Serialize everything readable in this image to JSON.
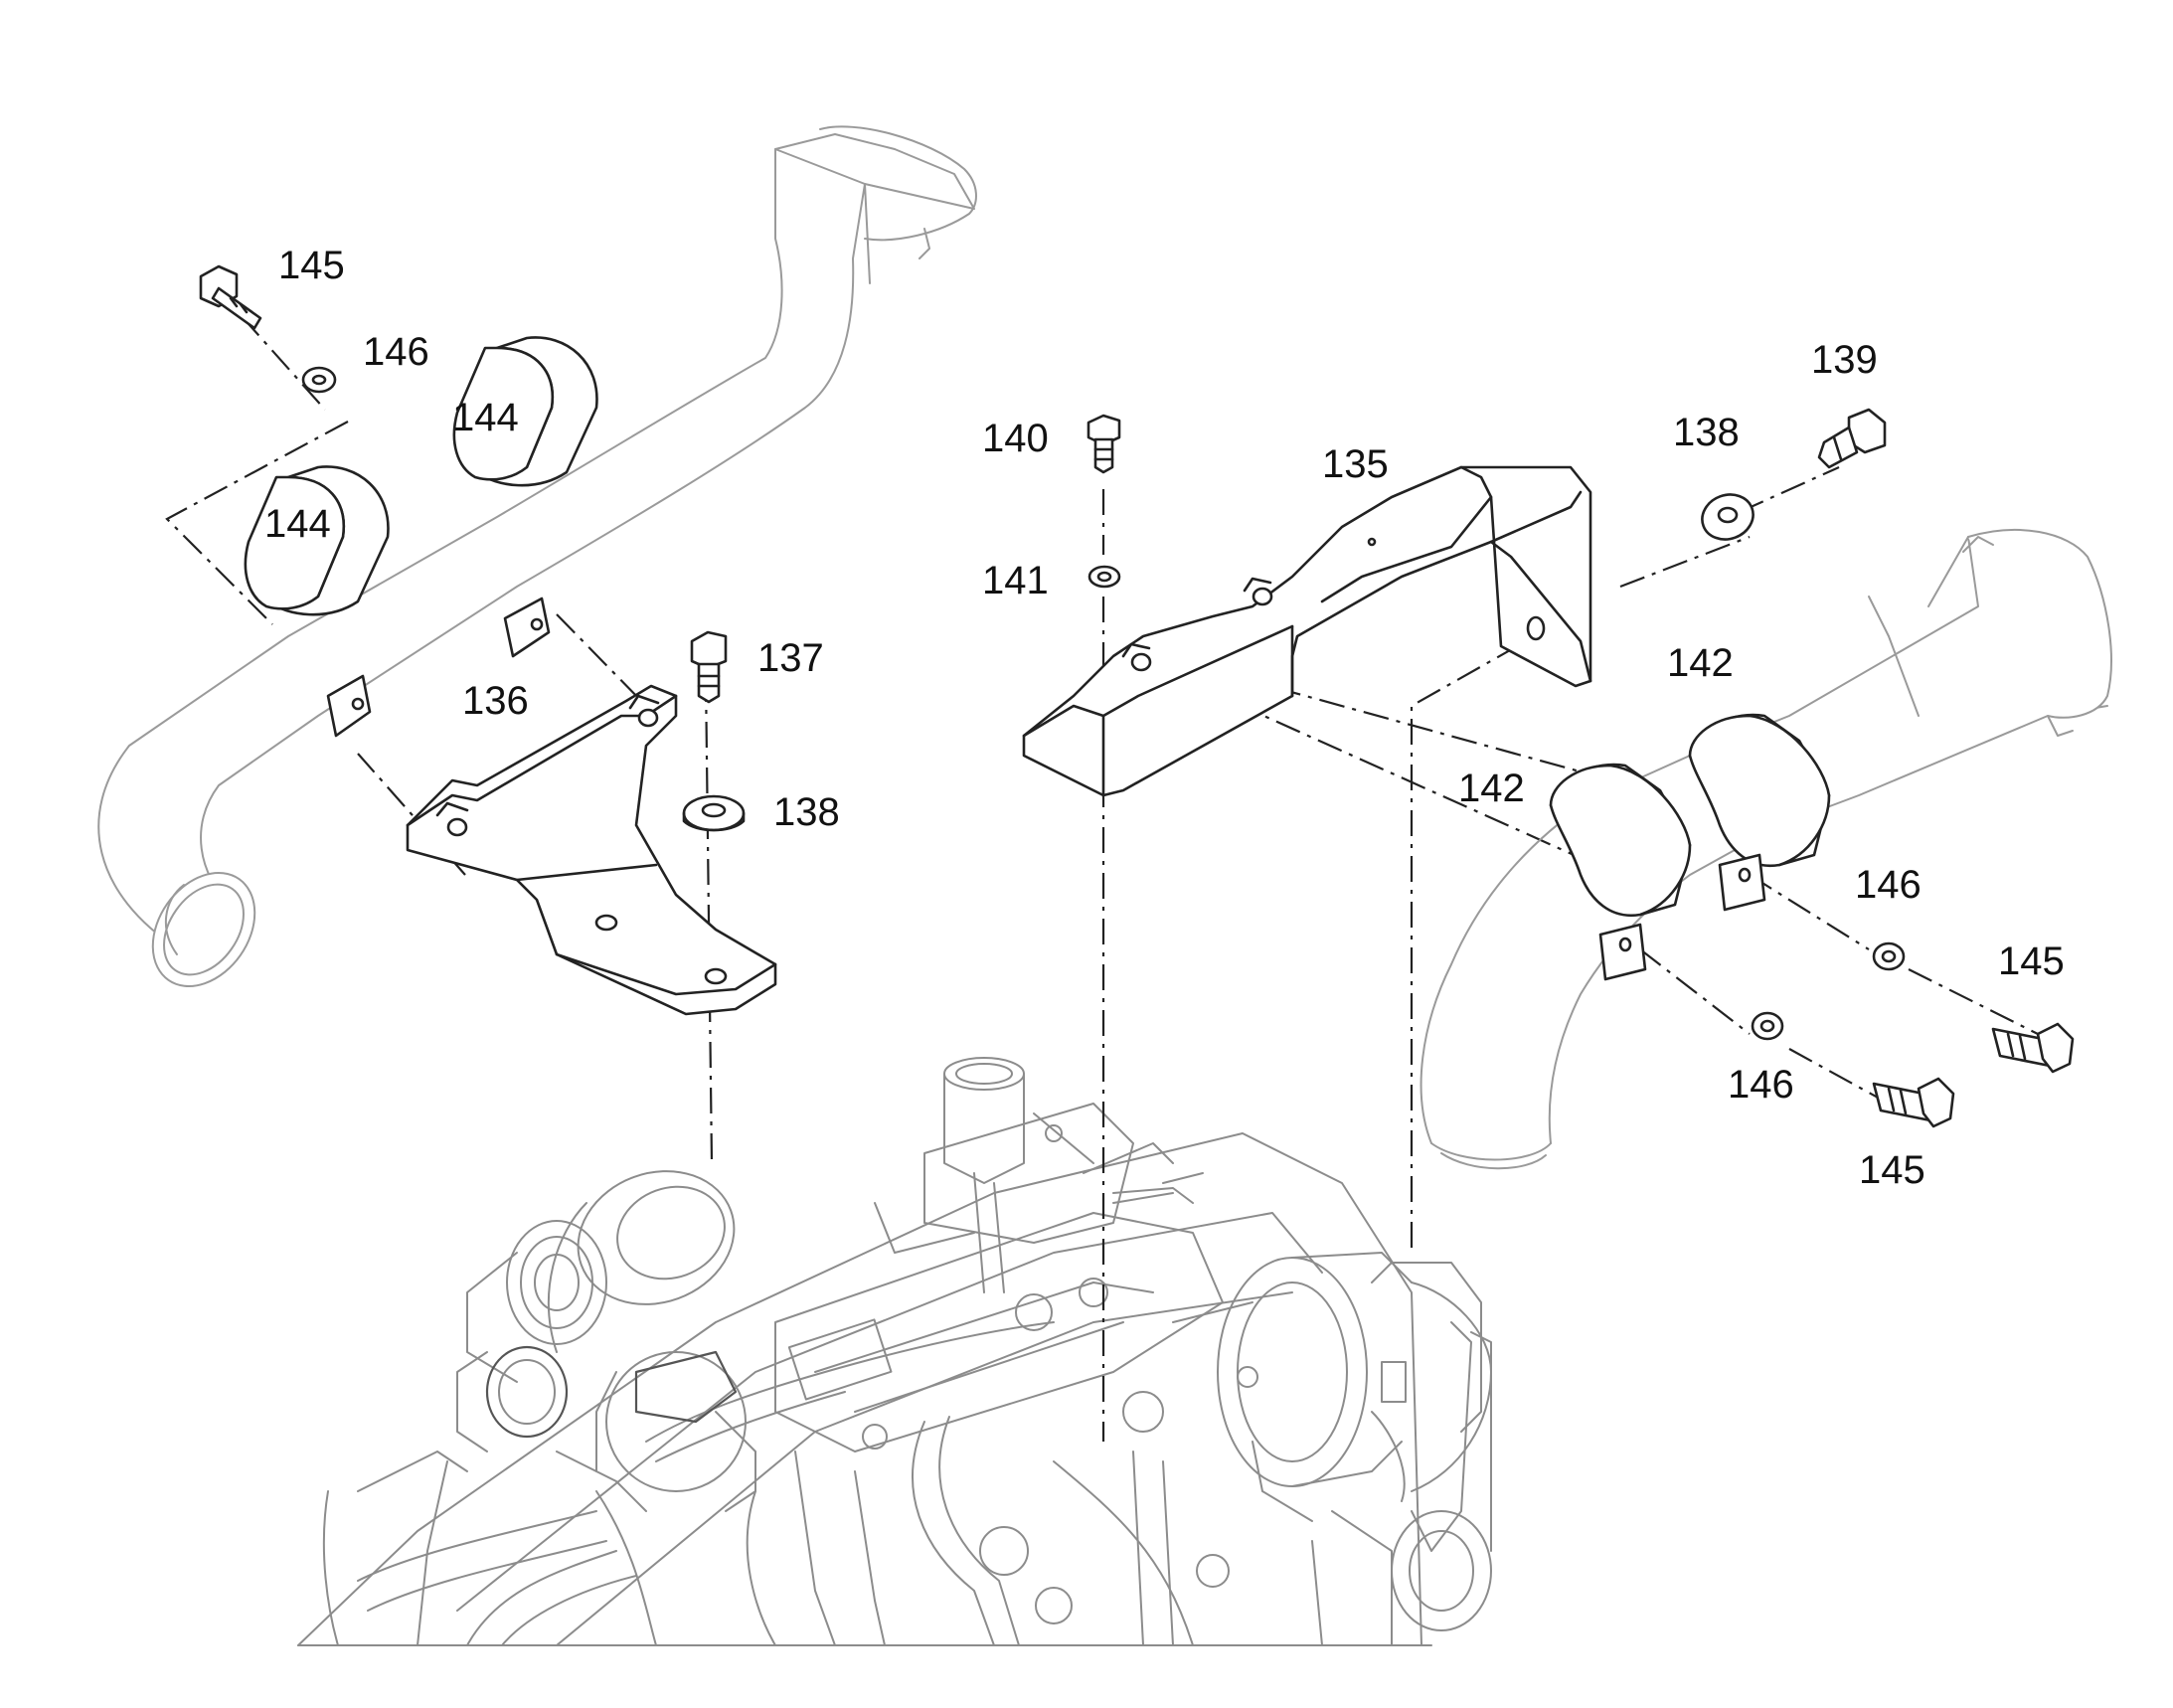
{
  "diagram": {
    "line_color": "#222222",
    "ghost_color": "#9a9a9a",
    "callouts": [
      {
        "id": "c145a",
        "text": "145"
      },
      {
        "id": "c146a",
        "text": "146"
      },
      {
        "id": "c144a",
        "text": "144"
      },
      {
        "id": "c144b",
        "text": "144"
      },
      {
        "id": "c136",
        "text": "136"
      },
      {
        "id": "c137",
        "text": "137"
      },
      {
        "id": "c138a",
        "text": "138"
      },
      {
        "id": "c140",
        "text": "140"
      },
      {
        "id": "c141",
        "text": "141"
      },
      {
        "id": "c135",
        "text": "135"
      },
      {
        "id": "c138b",
        "text": "138"
      },
      {
        "id": "c139",
        "text": "139"
      },
      {
        "id": "c142a",
        "text": "142"
      },
      {
        "id": "c142b",
        "text": "142"
      },
      {
        "id": "c146b",
        "text": "146"
      },
      {
        "id": "c145b",
        "text": "145"
      },
      {
        "id": "c146c",
        "text": "146"
      },
      {
        "id": "c145c",
        "text": "145"
      }
    ],
    "parts": [
      {
        "id": "left-charge-air-pipe",
        "icon": "pipe-icon"
      },
      {
        "id": "right-charge-air-pipe",
        "icon": "pipe-icon"
      },
      {
        "id": "bracket-136",
        "icon": "bracket-icon"
      },
      {
        "id": "bracket-135",
        "icon": "bracket-icon"
      },
      {
        "id": "pipe-clamps",
        "icon": "clamp-icon"
      },
      {
        "id": "bolts",
        "icon": "bolt-icon"
      },
      {
        "id": "washers",
        "icon": "washer-icon"
      },
      {
        "id": "engine",
        "icon": "engine-icon"
      }
    ]
  }
}
